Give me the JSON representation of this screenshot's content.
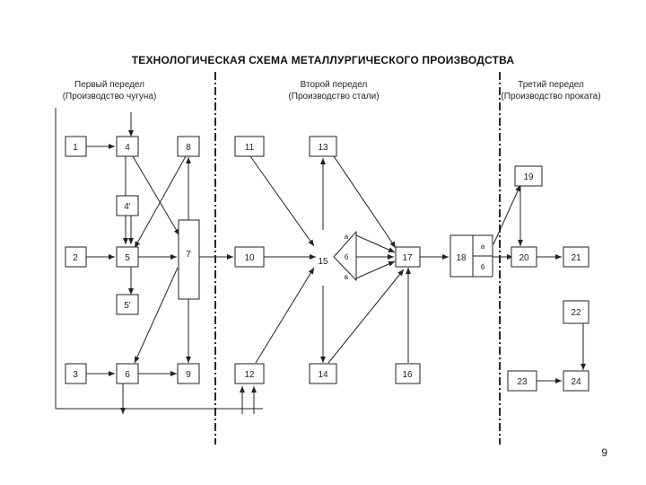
{
  "title": "ТЕХНОЛОГИЧЕСКАЯ СХЕМА МЕТАЛЛУРГИЧЕСКОГО ПРОИЗВОДСТВА",
  "sections": [
    {
      "name": "Первый передел",
      "subtitle": "(Производство чугуна)"
    },
    {
      "name": "Второй передел",
      "subtitle": "(Производство стали)"
    },
    {
      "name": "Третий передел",
      "subtitle": "(Производство проката)"
    }
  ],
  "nodes": {
    "n1": "1",
    "n2": "2",
    "n3": "3",
    "n4": "4",
    "n4p": "4'",
    "n5": "5",
    "n5p": "5'",
    "n6": "6",
    "n7": "7",
    "n8": "8",
    "n9": "9",
    "n10": "10",
    "n11": "11",
    "n12": "12",
    "n13": "13",
    "n14": "14",
    "n15": "15",
    "n16": "16",
    "n17": "17",
    "n18": "18",
    "n19": "19",
    "n20": "20",
    "n21": "21",
    "n22": "22",
    "n23": "23",
    "n24": "24"
  },
  "sub_labels": {
    "a": "а",
    "b": "б",
    "v": "в",
    "a2": "а",
    "b2": "б"
  },
  "page_number": "9"
}
